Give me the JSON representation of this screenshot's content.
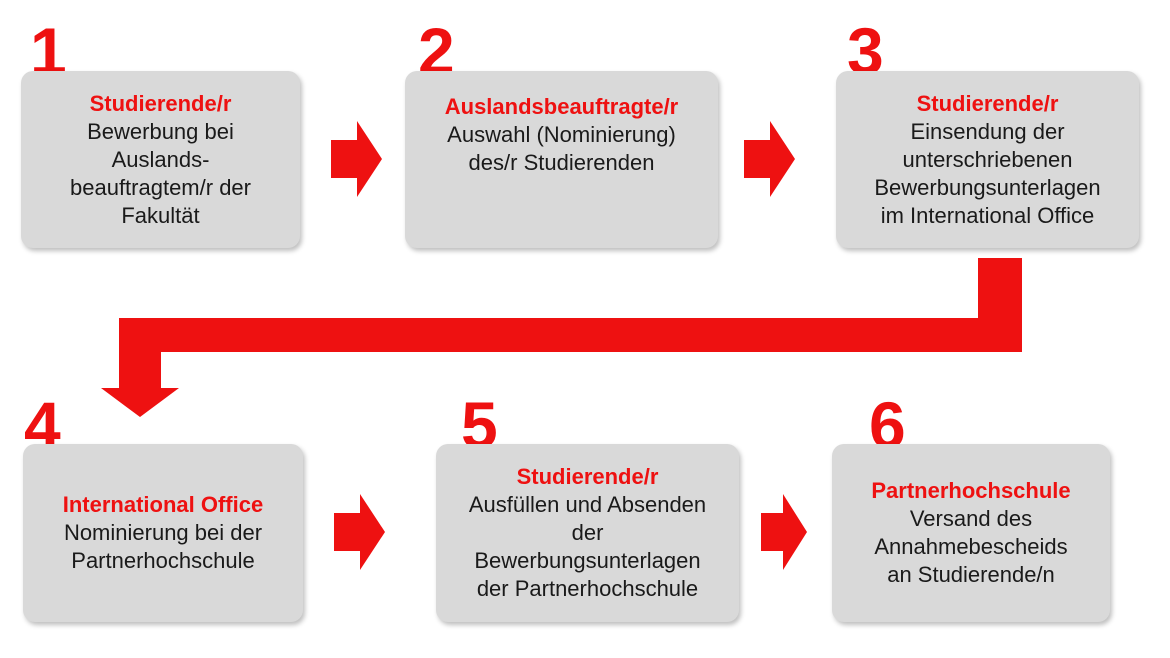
{
  "accent_color": "#ee1111",
  "box_color": "#d9d9d9",
  "steps": [
    {
      "number": "1",
      "role": "Studierende/r",
      "description": "Bewerbung bei\nAuslands-\nbeauftragtem/r der\nFakultät"
    },
    {
      "number": "2",
      "role": "Auslandsbeauftragte/r",
      "description": "Auswahl (Nominierung)\ndes/r Studierenden"
    },
    {
      "number": "3",
      "role": "Studierende/r",
      "description": "Einsendung der\nunterschriebenen\nBewerbungsunterlagen\nim International Office"
    },
    {
      "number": "4",
      "role": "International Office",
      "description": "Nominierung bei der\nPartnerhochschule"
    },
    {
      "number": "5",
      "role": "Studierende/r",
      "description": "Ausfüllen und Absenden\nder\nBewerbungsunterlagen\nder Partnerhochschule"
    },
    {
      "number": "6",
      "role": "Partnerhochschule",
      "description": "Versand des\nAnnahmebescheids\nan Studierende/n"
    }
  ]
}
